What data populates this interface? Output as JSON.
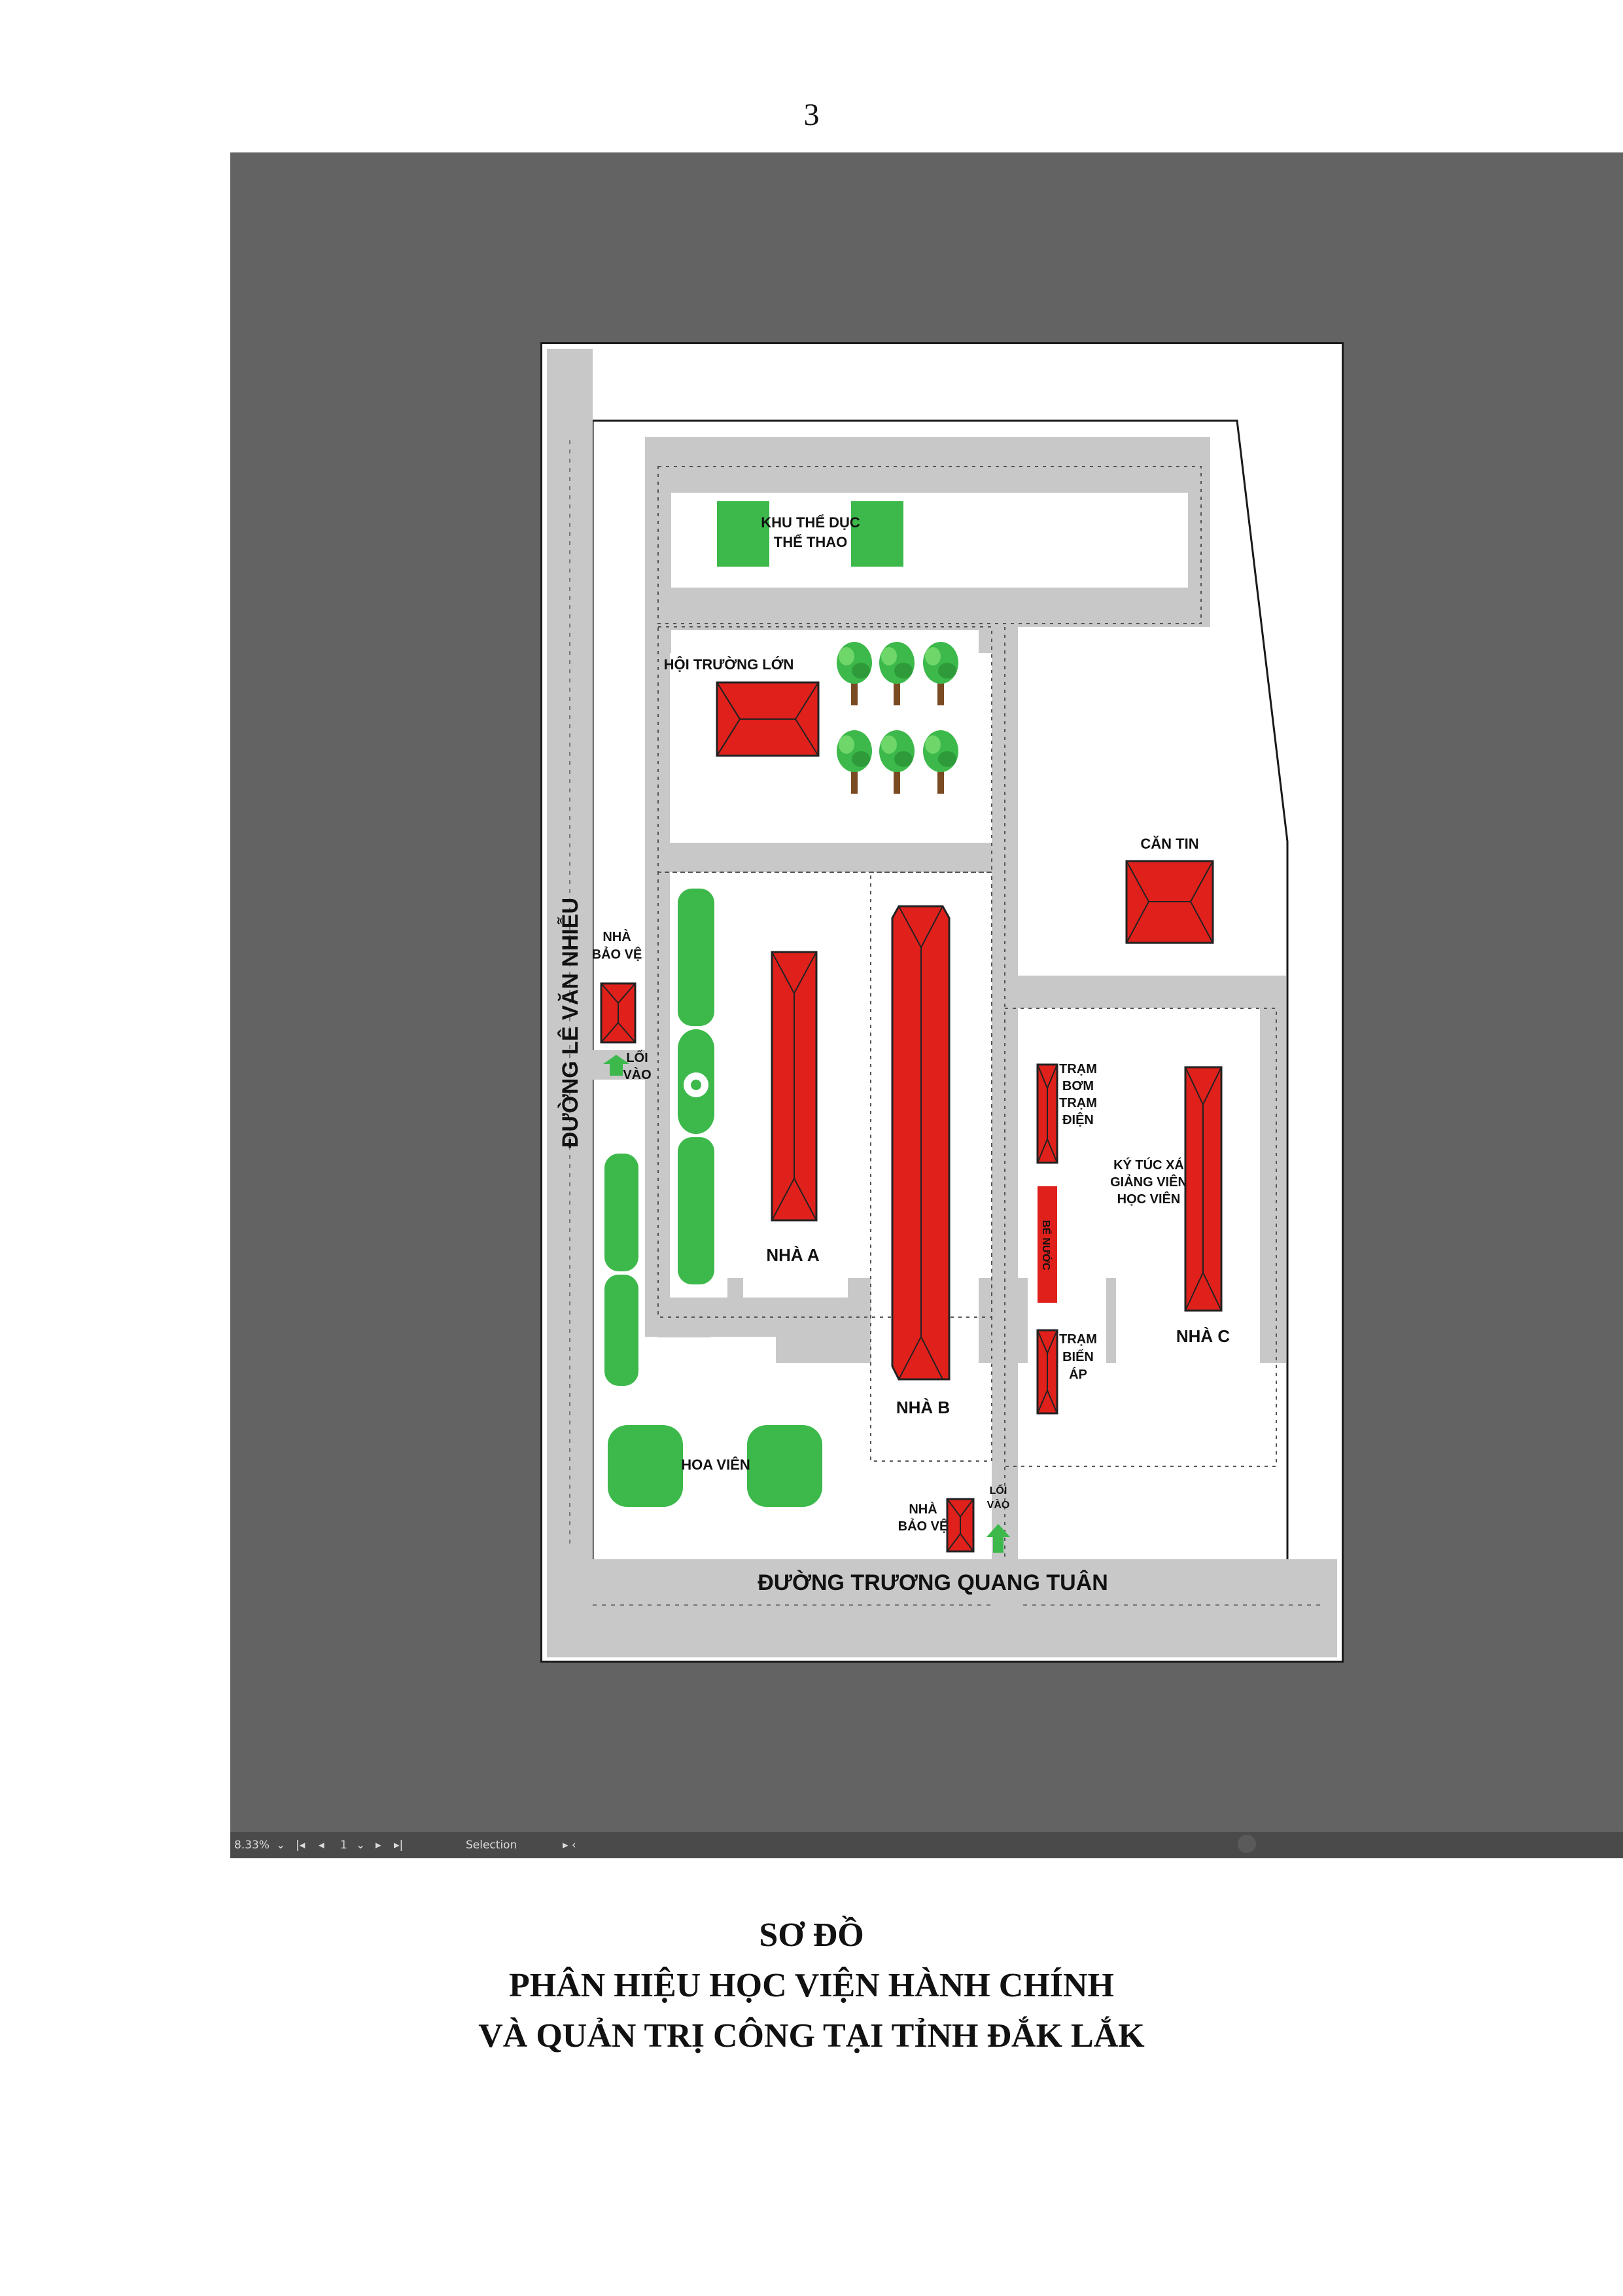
{
  "page_number": "3",
  "app_statusbar": {
    "zoom": "8.33%",
    "artboard": "1",
    "tool": "Selection"
  },
  "map": {
    "road_left": "ĐƯỜNG LÊ VĂN NHIỄU",
    "road_bottom": "ĐƯỜNG TRƯƠNG QUANG TUÂN",
    "sports": [
      "KHU THỂ DỤC",
      "THỂ THAO"
    ],
    "hall": "HỘI TRƯỜNG LỚN",
    "canteen": "CĂN TIN",
    "guard_left": [
      "NHÀ",
      "BẢO VỆ"
    ],
    "entrance_left": [
      "LỐI",
      "VÀO"
    ],
    "guard_bottom": [
      "NHÀ",
      "BẢO VỆ"
    ],
    "entrance_bottom": [
      "LỐI",
      "VÀO"
    ],
    "building_a": "NHÀ A",
    "building_b": "NHÀ B",
    "building_c": "NHÀ C",
    "pump_station": [
      "TRẠM",
      "BƠM",
      "TRẠM",
      "ĐIỆN"
    ],
    "water_tank": "BỂ NƯỚC",
    "transformer": [
      "TRẠM",
      "BIẾN",
      "ÁP"
    ],
    "dormitory": [
      "KÝ TÚC XÁ",
      "GIẢNG VIÊN",
      "HỌC VIÊN"
    ],
    "garden": "HOA VIÊN"
  },
  "caption": {
    "line1": "SƠ ĐỒ",
    "line2": "PHÂN HIỆU HỌC VIỆN HÀNH CHÍNH",
    "line3": "VÀ QUẢN TRỊ CÔNG TẠI TỈNH ĐẮK LẮK"
  },
  "colors": {
    "road": "#c8c8c9",
    "roof": "#e0201b",
    "green": "#3cb94a",
    "tree_trunk": "#7a4a22",
    "background": "#636363"
  }
}
